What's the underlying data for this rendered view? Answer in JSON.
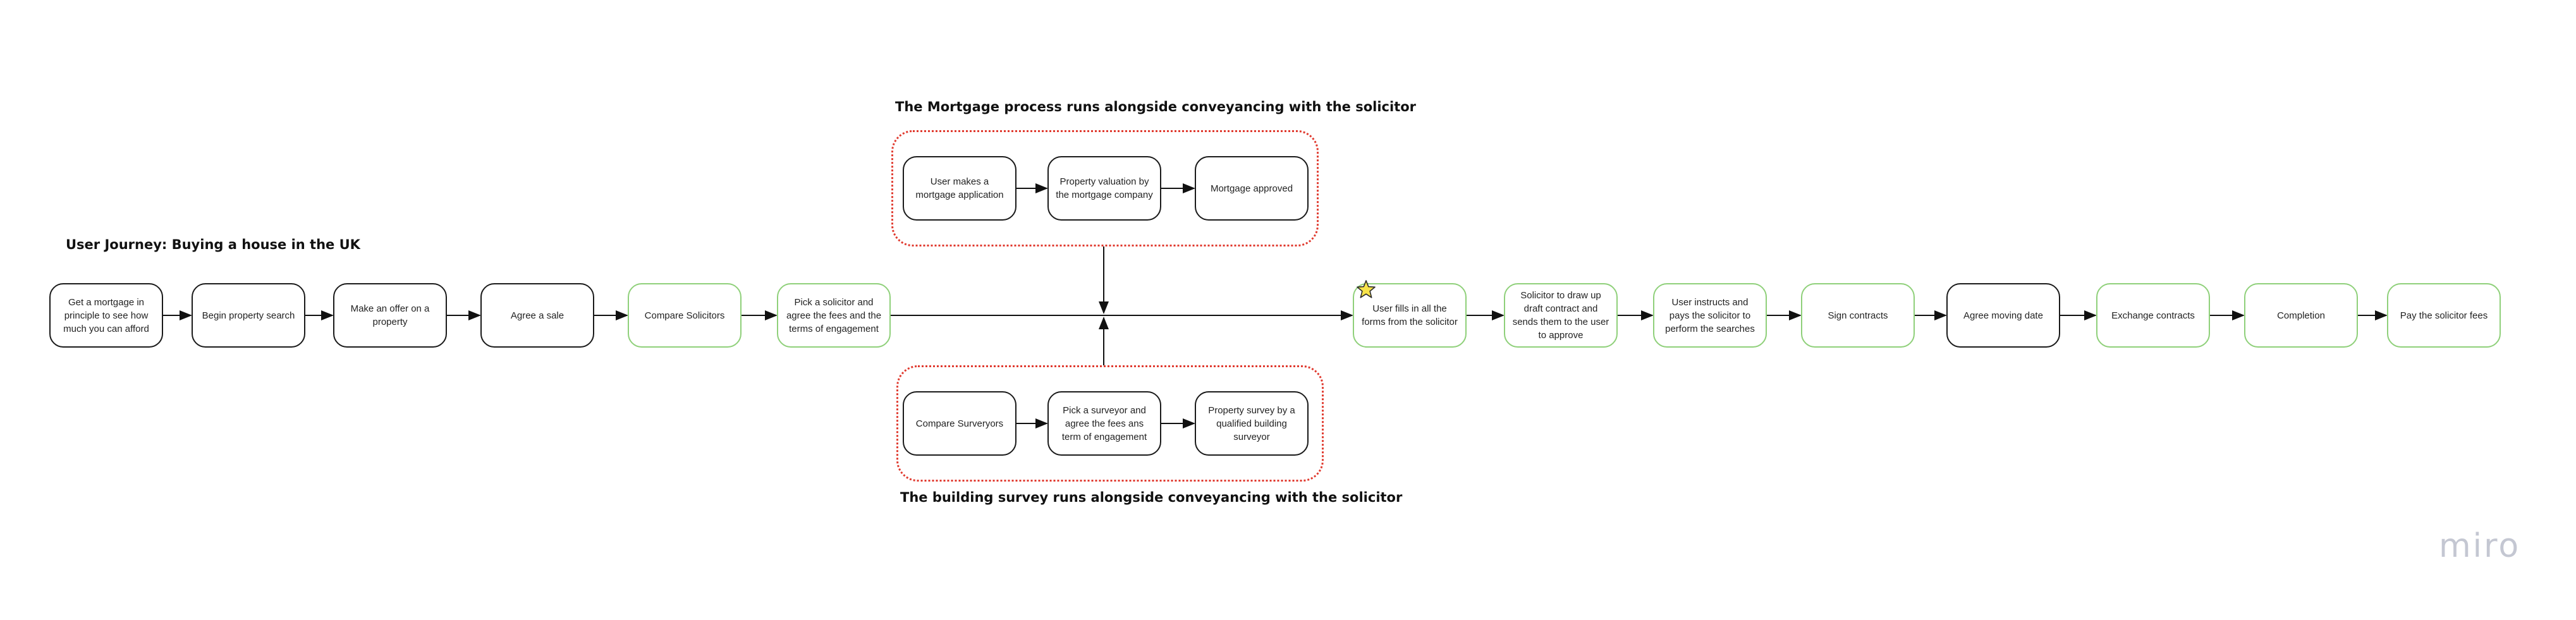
{
  "headings": {
    "journey_title": "User Journey: Buying a house in the UK",
    "mortgage_title": "The Mortgage process runs alongside conveyancing with the solicitor",
    "survey_title": "The building survey runs alongside conveyancing with the solicitor"
  },
  "main_flow": [
    {
      "label": "Get a mortgage in principle to see how much you can afford",
      "border": "black"
    },
    {
      "label": "Begin property search",
      "border": "black"
    },
    {
      "label": "Make an offer on a property",
      "border": "black"
    },
    {
      "label": "Agree a sale",
      "border": "black"
    },
    {
      "label": "Compare Solicitors",
      "border": "green"
    },
    {
      "label": "Pick a solicitor and agree the fees and the terms of engagement",
      "border": "green"
    },
    {
      "label": "User fills in all the forms from the solicitor",
      "border": "green"
    },
    {
      "label": "Solicitor to draw up draft contract and sends them to the user to approve",
      "border": "green"
    },
    {
      "label": "User instructs and pays the solicitor to perform the searches",
      "border": "green"
    },
    {
      "label": "Sign contracts",
      "border": "green"
    },
    {
      "label": "Agree moving date",
      "border": "black"
    },
    {
      "label": "Exchange contracts",
      "border": "green"
    },
    {
      "label": "Completion",
      "border": "green"
    },
    {
      "label": "Pay the solicitor fees",
      "border": "green"
    }
  ],
  "mortgage_flow": [
    {
      "label": "User makes a mortgage application",
      "border": "black"
    },
    {
      "label": "Property valuation by the mortgage company",
      "border": "black"
    },
    {
      "label": "Mortgage approved",
      "border": "black"
    }
  ],
  "survey_flow": [
    {
      "label": "Compare Surveryors",
      "border": "black"
    },
    {
      "label": "Pick a surveyor and agree the fees ans term of engagement",
      "border": "black"
    },
    {
      "label": "Property survey by a qualified building surveyor",
      "border": "black"
    }
  ],
  "branding": {
    "logo_text": "miro"
  },
  "colors": {
    "black_border": "#1a1a1a",
    "green_border": "#8fd07a",
    "group_border": "#e03a2f",
    "arrow": "#111111",
    "star_fill": "#f7e34a",
    "logo": "#c4c7d2"
  },
  "icons": {
    "highlight": "star-icon"
  }
}
